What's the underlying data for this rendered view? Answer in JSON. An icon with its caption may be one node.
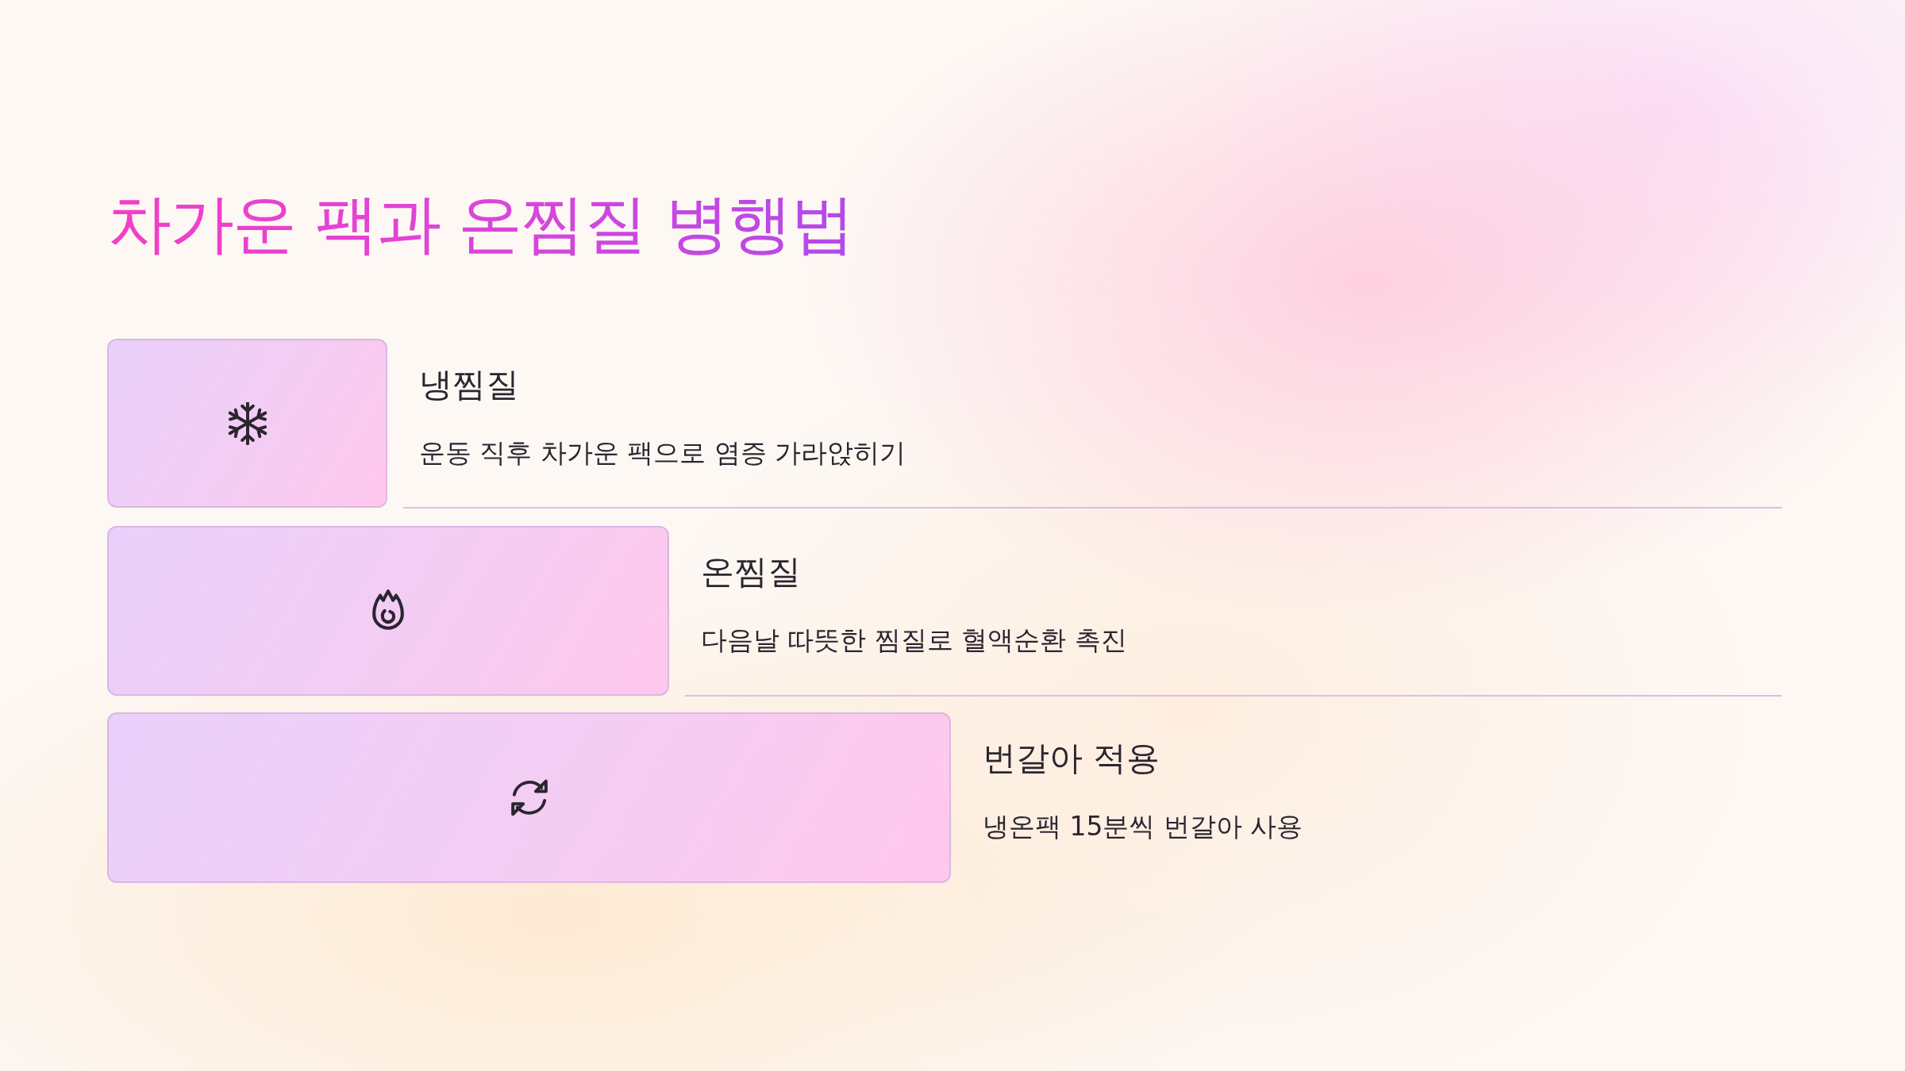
{
  "diagram": {
    "title": "차가운 팩과 온찜질 병행법",
    "nodes": [
      {
        "text": [],
        "shape": "bar",
        "beside": [
          "냉찜질",
          "운동 직후 차가운 팩으로 염증 가라앉히기"
        ]
      },
      {
        "text": [],
        "shape": "bar",
        "beside": [
          "온찜질",
          "다음날 따뜻한 찜질로 혈액순환 촉진"
        ]
      },
      {
        "text": [],
        "shape": "bar",
        "beside": [
          "번갈아 적용",
          "냉온팩 15분씩 번갈아 사용"
        ]
      }
    ]
  }
}
